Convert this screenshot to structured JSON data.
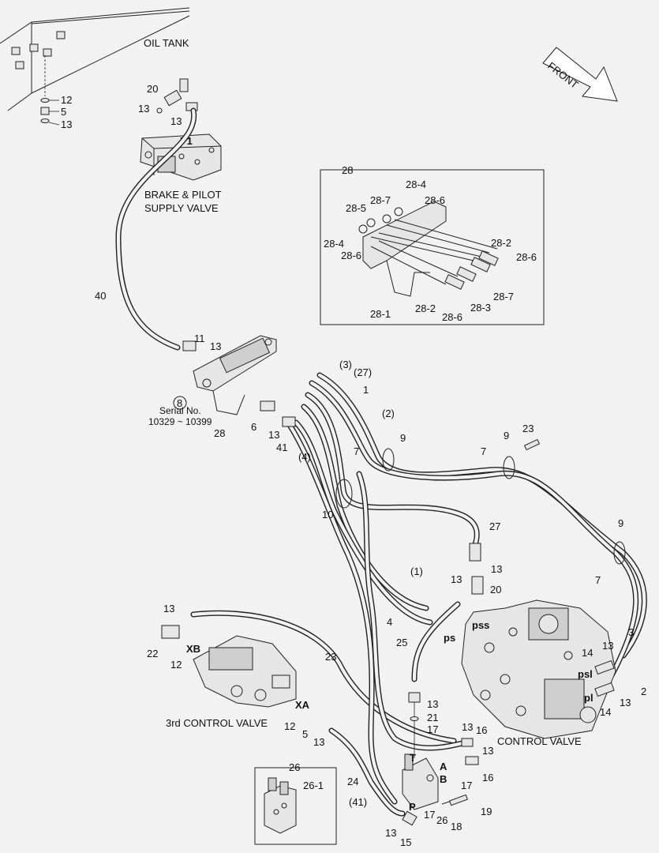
{
  "titles": {
    "oil_tank": "OIL TANK",
    "front": "FRONT",
    "brake_valve_line1": "BRAKE & PILOT",
    "brake_valve_line2": "SUPPLY VALVE",
    "control_valve": "CONTROL VALVE",
    "third_control_valve": "3rd CONTROL VALVE",
    "serial_no": "Serial No.",
    "serial_range": "10329 ~ 10399"
  },
  "ports": {
    "p1": "P1",
    "pss": "pss",
    "ps": "ps",
    "psl": "psl",
    "pl": "pl",
    "xb": "XB",
    "xa": "XA",
    "t": "T",
    "a": "A",
    "b": "B",
    "p": "P"
  },
  "callouts": {
    "n12a": "12",
    "n5a": "5",
    "n13a": "13",
    "n20a": "20",
    "n13b": "13",
    "n13c": "13",
    "n40": "40",
    "n11": "11",
    "n13d": "13",
    "n8": "8",
    "n28b": "28",
    "n6": "6",
    "n13e": "13",
    "n41": "41",
    "n3p": "(3)",
    "n27p": "(27)",
    "n1": "1",
    "n2p": "(2)",
    "n4p": "(4)",
    "n7a": "7",
    "n9a": "9",
    "n10": "10",
    "n9b": "9",
    "n23a": "23",
    "n7b": "7",
    "n27": "27",
    "n13f": "13",
    "n13g": "13",
    "n20b": "20",
    "n1p": "(1)",
    "n4": "4",
    "n25": "25",
    "n9c": "9",
    "n7c": "7",
    "n13h": "13",
    "n3": "3",
    "n14a": "14",
    "n2": "2",
    "n13i": "13",
    "n14b": "14",
    "n13j": "13",
    "n22": "22",
    "n12b": "12",
    "n23b": "23",
    "n12c": "12",
    "n5b": "5",
    "n13k": "13",
    "n13l": "13",
    "n21": "21",
    "n17a": "17",
    "n13m": "13",
    "n16a": "16",
    "n13n": "13",
    "n16b": "16",
    "n17b": "17",
    "n24": "24",
    "n41p": "(41)",
    "n17c": "17",
    "n26b": "26",
    "n18": "18",
    "n19": "19",
    "n13o": "13",
    "n15": "15"
  },
  "inset28": {
    "title": "28",
    "labels": [
      "28-4",
      "28-7",
      "28-6",
      "28-5",
      "28-4",
      "28-6",
      "28-2",
      "28-6",
      "28-7",
      "28-3",
      "28-2",
      "28-6",
      "28-1"
    ]
  },
  "inset26": {
    "title": "26",
    "label": "26-1"
  }
}
